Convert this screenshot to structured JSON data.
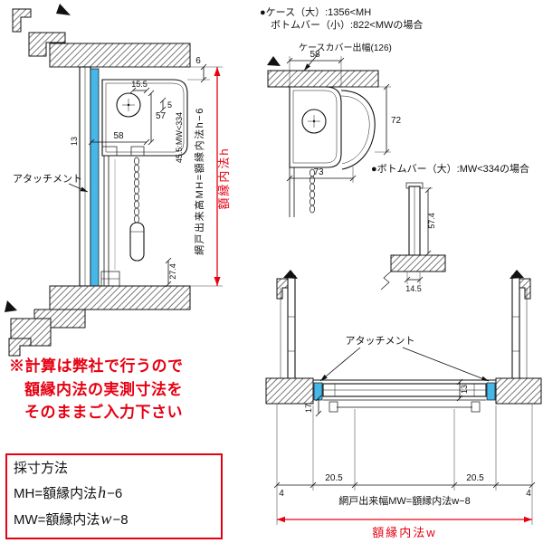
{
  "colors": {
    "accent_red": "#e60012",
    "attachment_blue": "#45b7e8"
  },
  "left_view": {
    "attachment_label": "アタッチメント",
    "dim_6": "6",
    "dim_15_5": "15.5",
    "dim_57": "57",
    "dim_5": "5",
    "dim_58": "58",
    "dim_13": "13",
    "dim_45_5": "45.5:MW<334",
    "dim_27_4": "27.4",
    "screen_height_label": "網戸出来高MH=額縁内法h−6",
    "inner_height_label": "額縁内法h"
  },
  "right_view": {
    "note_case": "●ケース（大）:1356<MH",
    "note_bottom_bar_small": "ボトムバー（小）:822<MWの場合",
    "case_cover_label": "ケースカバー出幅(126)",
    "dim_58": "58",
    "dim_72": "72",
    "dim_73": "73",
    "note_bottom_bar_large": "●ボトムバー（大）:MW<334の場合",
    "dim_57_4": "57.4",
    "dim_14_5": "14.5"
  },
  "plan_view": {
    "attachment_label": "アタッチメント",
    "dim_13": "13",
    "dim_17": "17",
    "dim_20_5_left": "20.5",
    "dim_20_5_right": "20.5",
    "dim_4_left": "4",
    "dim_4_right": "4",
    "screen_width_label": "網戸出来幅MW=額縁内法w−8",
    "inner_width_label": "額縁内法w"
  },
  "notice": {
    "line1": "※計算は弊社で行うので",
    "line2": "額縁内法の実測寸法を",
    "line3": "そのままご入力下さい"
  },
  "measure_box": {
    "title": "採寸方法",
    "mh_prefix": "MH=額縁内法",
    "mh_var": "h",
    "mh_suffix": "−6",
    "mw_prefix": "MW=額縁内法",
    "mw_var": "w",
    "mw_suffix": "−8"
  }
}
